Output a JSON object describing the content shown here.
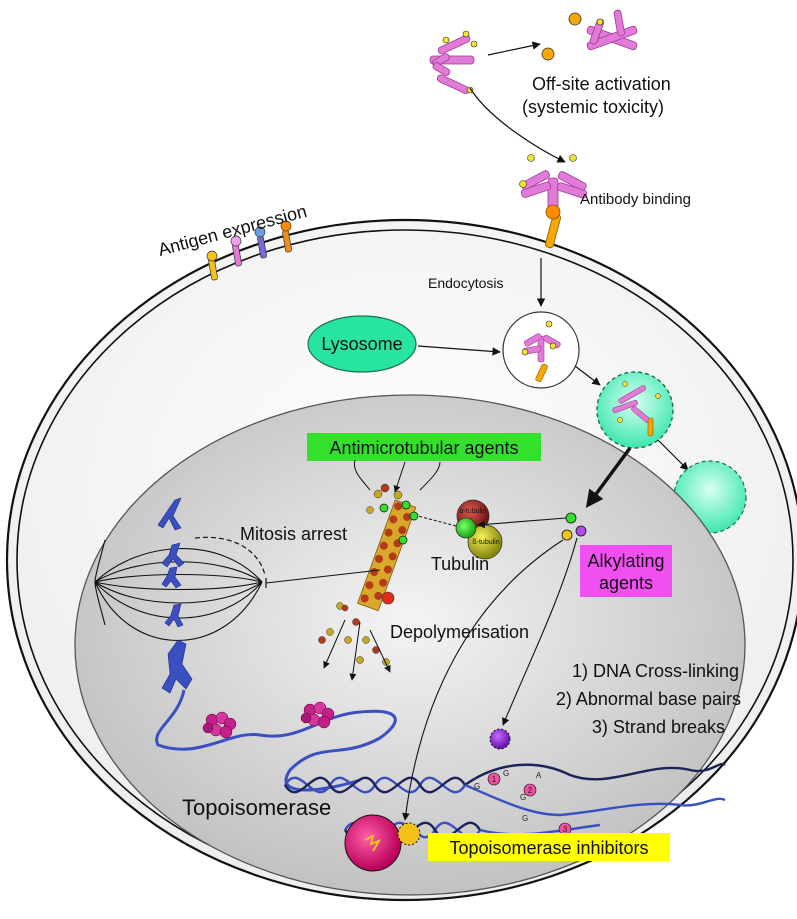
{
  "labels": {
    "offsite_line1": "Off-site activation",
    "offsite_line2": "(systemic toxicity)",
    "antibody_binding": "Antibody binding",
    "antigen_expression": "Antigen expression",
    "endocytosis": "Endocytosis",
    "lysosome": "Lysosome",
    "antimicrotubular": "Antimicrotubular agents",
    "mitosis_arrest": "Mitosis arrest",
    "tubulin": "Tubulin",
    "alpha_tubulin": "α-tubulin",
    "beta_tubulin": "ß-tubulin",
    "alkylating_line1": "Alkylating",
    "alkylating_line2": "agents",
    "depolymerisation": "Depolymerisation",
    "dna_crosslinking": "1) DNA Cross-linking",
    "abnormal_base_pairs": "2) Abnormal base pairs",
    "strand_breaks": "3) Strand breaks",
    "topoisomerase": "Topoisomerase",
    "topo_inhibitors": "Topoisomerase inhibitors",
    "dna_markers": [
      "1",
      "2",
      "3"
    ],
    "bases": [
      "G",
      "G",
      "G",
      "A",
      "G"
    ]
  },
  "colors": {
    "antibody": "#e27ad8",
    "payload": "#f2c21b",
    "lysosome": "#2ee6a6",
    "antimicrotubular_bg": "#33e12c",
    "alkylating_bg": "#f050f0",
    "topo_inhibitors_bg": "#ffff00",
    "dna": "#3a4fc0"
  }
}
